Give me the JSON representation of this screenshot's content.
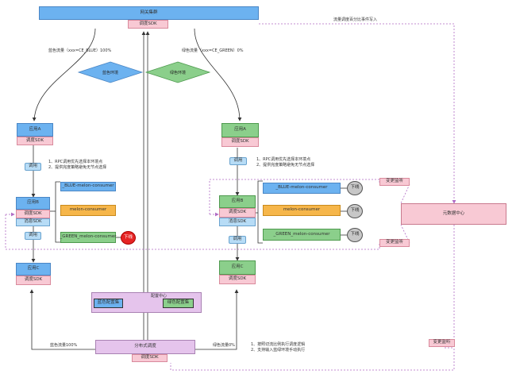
{
  "gateway": {
    "title": "网关集群",
    "sdk": "调度SDK"
  },
  "labels": {
    "blue_traffic": "蓝色流量（xxx=CE_BLUE）100%",
    "green_traffic": "绿色流量（xxx=CE_GREEN）0%",
    "traffic_event": "流量调度百分比事件写入",
    "blue_env": "蓝色环境",
    "green_env": "绿色环境",
    "blue_traffic_bottom": "蓝色流量100%",
    "green_traffic_bottom": "绿色流量0%"
  },
  "blue_side": {
    "app_a": "应用A",
    "sdk_a": "调度SDK",
    "call1": "调用",
    "notes1": [
      "1、RPC调用优先选择本环境点",
      "2、提供完度策略避免无节点选择"
    ],
    "app_b": "应用B",
    "sdk_b": "调度SDK",
    "msg_sdk": "消息SDK",
    "call2": "调用",
    "app_c": "应用C",
    "sdk_c": "调度SDK",
    "consumers": [
      "_BLUE-melon-consumer",
      "melon-consumer",
      "_GREEN_melon-consumer"
    ],
    "offline": "下线"
  },
  "green_side": {
    "app_a": "应用A",
    "sdk_a": "调度SDK",
    "call1": "调用",
    "notes1": [
      "1、RPC调用优先选择本环境点",
      "2、提供完度策略避免无节点选择"
    ],
    "app_b": "应用B",
    "sdk_b": "调度SDK",
    "msg_sdk": "消息SDK",
    "call2": "调用",
    "app_c": "应用C",
    "sdk_c": "调度SDK",
    "consumers": [
      "_BLUE-melon-consumer",
      "melon-consumer",
      "_GREEN_melon-consumer"
    ],
    "offline": [
      "下线",
      "下线",
      "下线"
    ]
  },
  "change_listen": [
    "变更监听",
    "变更监听",
    "变更监听"
  ],
  "metadata_center": "元数据中心",
  "config_center": {
    "title": "配置中心",
    "blue_set": "蓝色配置集",
    "green_set": "绿色配置集"
  },
  "scheduler": {
    "title": "分布式调度",
    "sdk": "调度SDK",
    "notes": [
      "1、按照切流比例执行调度逻辑",
      "2、支持输入蓝绿环境手动执行"
    ]
  },
  "colors": {
    "blue": "#6cb2f0",
    "green": "#8bcf8b",
    "pink": "#f8c9d4",
    "purple": "#e5c4ec",
    "orange": "#f6b64a",
    "lightblue": "#b7dcf6",
    "dashed": "#b06ac4"
  }
}
